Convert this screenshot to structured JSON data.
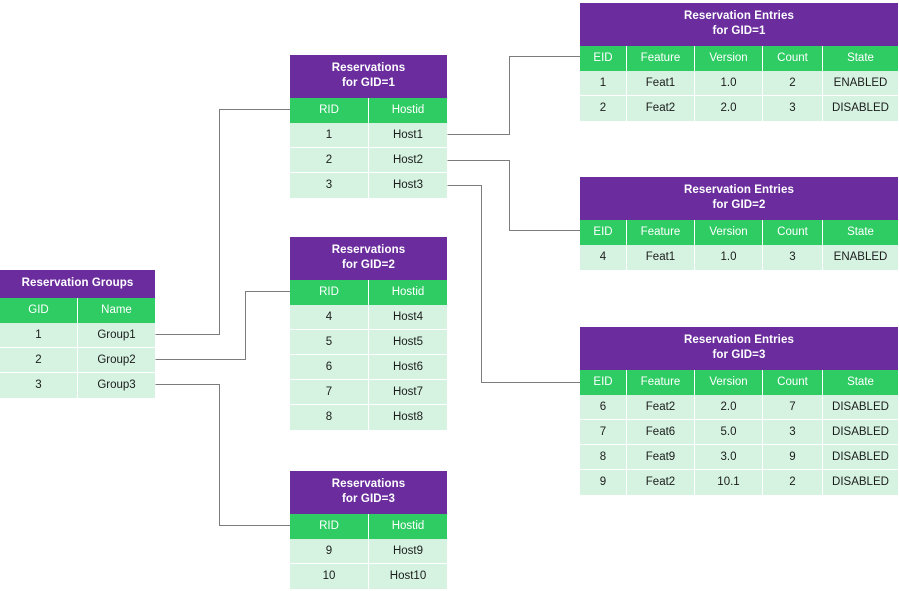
{
  "diagram": {
    "colors": {
      "title_purple": "#6b2d9e",
      "header_green": "#2ecc63",
      "cell_mint": "#d5f3e0",
      "connector_gray": "#7c7c7c",
      "background": "#ffffff"
    }
  },
  "groups_table": {
    "title": "Reservation Groups",
    "columns": [
      "GID",
      "Name"
    ],
    "rows": [
      [
        "1",
        "Group1"
      ],
      [
        "2",
        "Group2"
      ],
      [
        "3",
        "Group3"
      ]
    ]
  },
  "reservations_tables": [
    {
      "title_line1": "Reservations",
      "title_line2": "for GID=1",
      "columns": [
        "RID",
        "Hostid"
      ],
      "rows": [
        [
          "1",
          "Host1"
        ],
        [
          "2",
          "Host2"
        ],
        [
          "3",
          "Host3"
        ]
      ]
    },
    {
      "title_line1": "Reservations",
      "title_line2": "for GID=2",
      "columns": [
        "RID",
        "Hostid"
      ],
      "rows": [
        [
          "4",
          "Host4"
        ],
        [
          "5",
          "Host5"
        ],
        [
          "6",
          "Host6"
        ],
        [
          "7",
          "Host7"
        ],
        [
          "8",
          "Host8"
        ]
      ]
    },
    {
      "title_line1": "Reservations",
      "title_line2": "for GID=3",
      "columns": [
        "RID",
        "Hostid"
      ],
      "rows": [
        [
          "9",
          "Host9"
        ],
        [
          "10",
          "Host10"
        ]
      ]
    }
  ],
  "entries_tables": [
    {
      "title_line1": "Reservation Entries",
      "title_line2": "for GID=1",
      "columns": [
        "EID",
        "Feature",
        "Version",
        "Count",
        "State"
      ],
      "rows": [
        [
          "1",
          "Feat1",
          "1.0",
          "2",
          "ENABLED"
        ],
        [
          "2",
          "Feat2",
          "2.0",
          "3",
          "DISABLED"
        ]
      ]
    },
    {
      "title_line1": "Reservation Entries",
      "title_line2": "for GID=2",
      "columns": [
        "EID",
        "Feature",
        "Version",
        "Count",
        "State"
      ],
      "rows": [
        [
          "4",
          "Feat1",
          "1.0",
          "3",
          "ENABLED"
        ]
      ]
    },
    {
      "title_line1": "Reservation Entries",
      "title_line2": "for GID=3",
      "columns": [
        "EID",
        "Feature",
        "Version",
        "Count",
        "State"
      ],
      "rows": [
        [
          "6",
          "Feat2",
          "2.0",
          "7",
          "DISABLED"
        ],
        [
          "7",
          "Feat6",
          "5.0",
          "3",
          "DISABLED"
        ],
        [
          "8",
          "Feat9",
          "3.0",
          "9",
          "DISABLED"
        ],
        [
          "9",
          "Feat2",
          "10.1",
          "2",
          "DISABLED"
        ]
      ]
    }
  ]
}
